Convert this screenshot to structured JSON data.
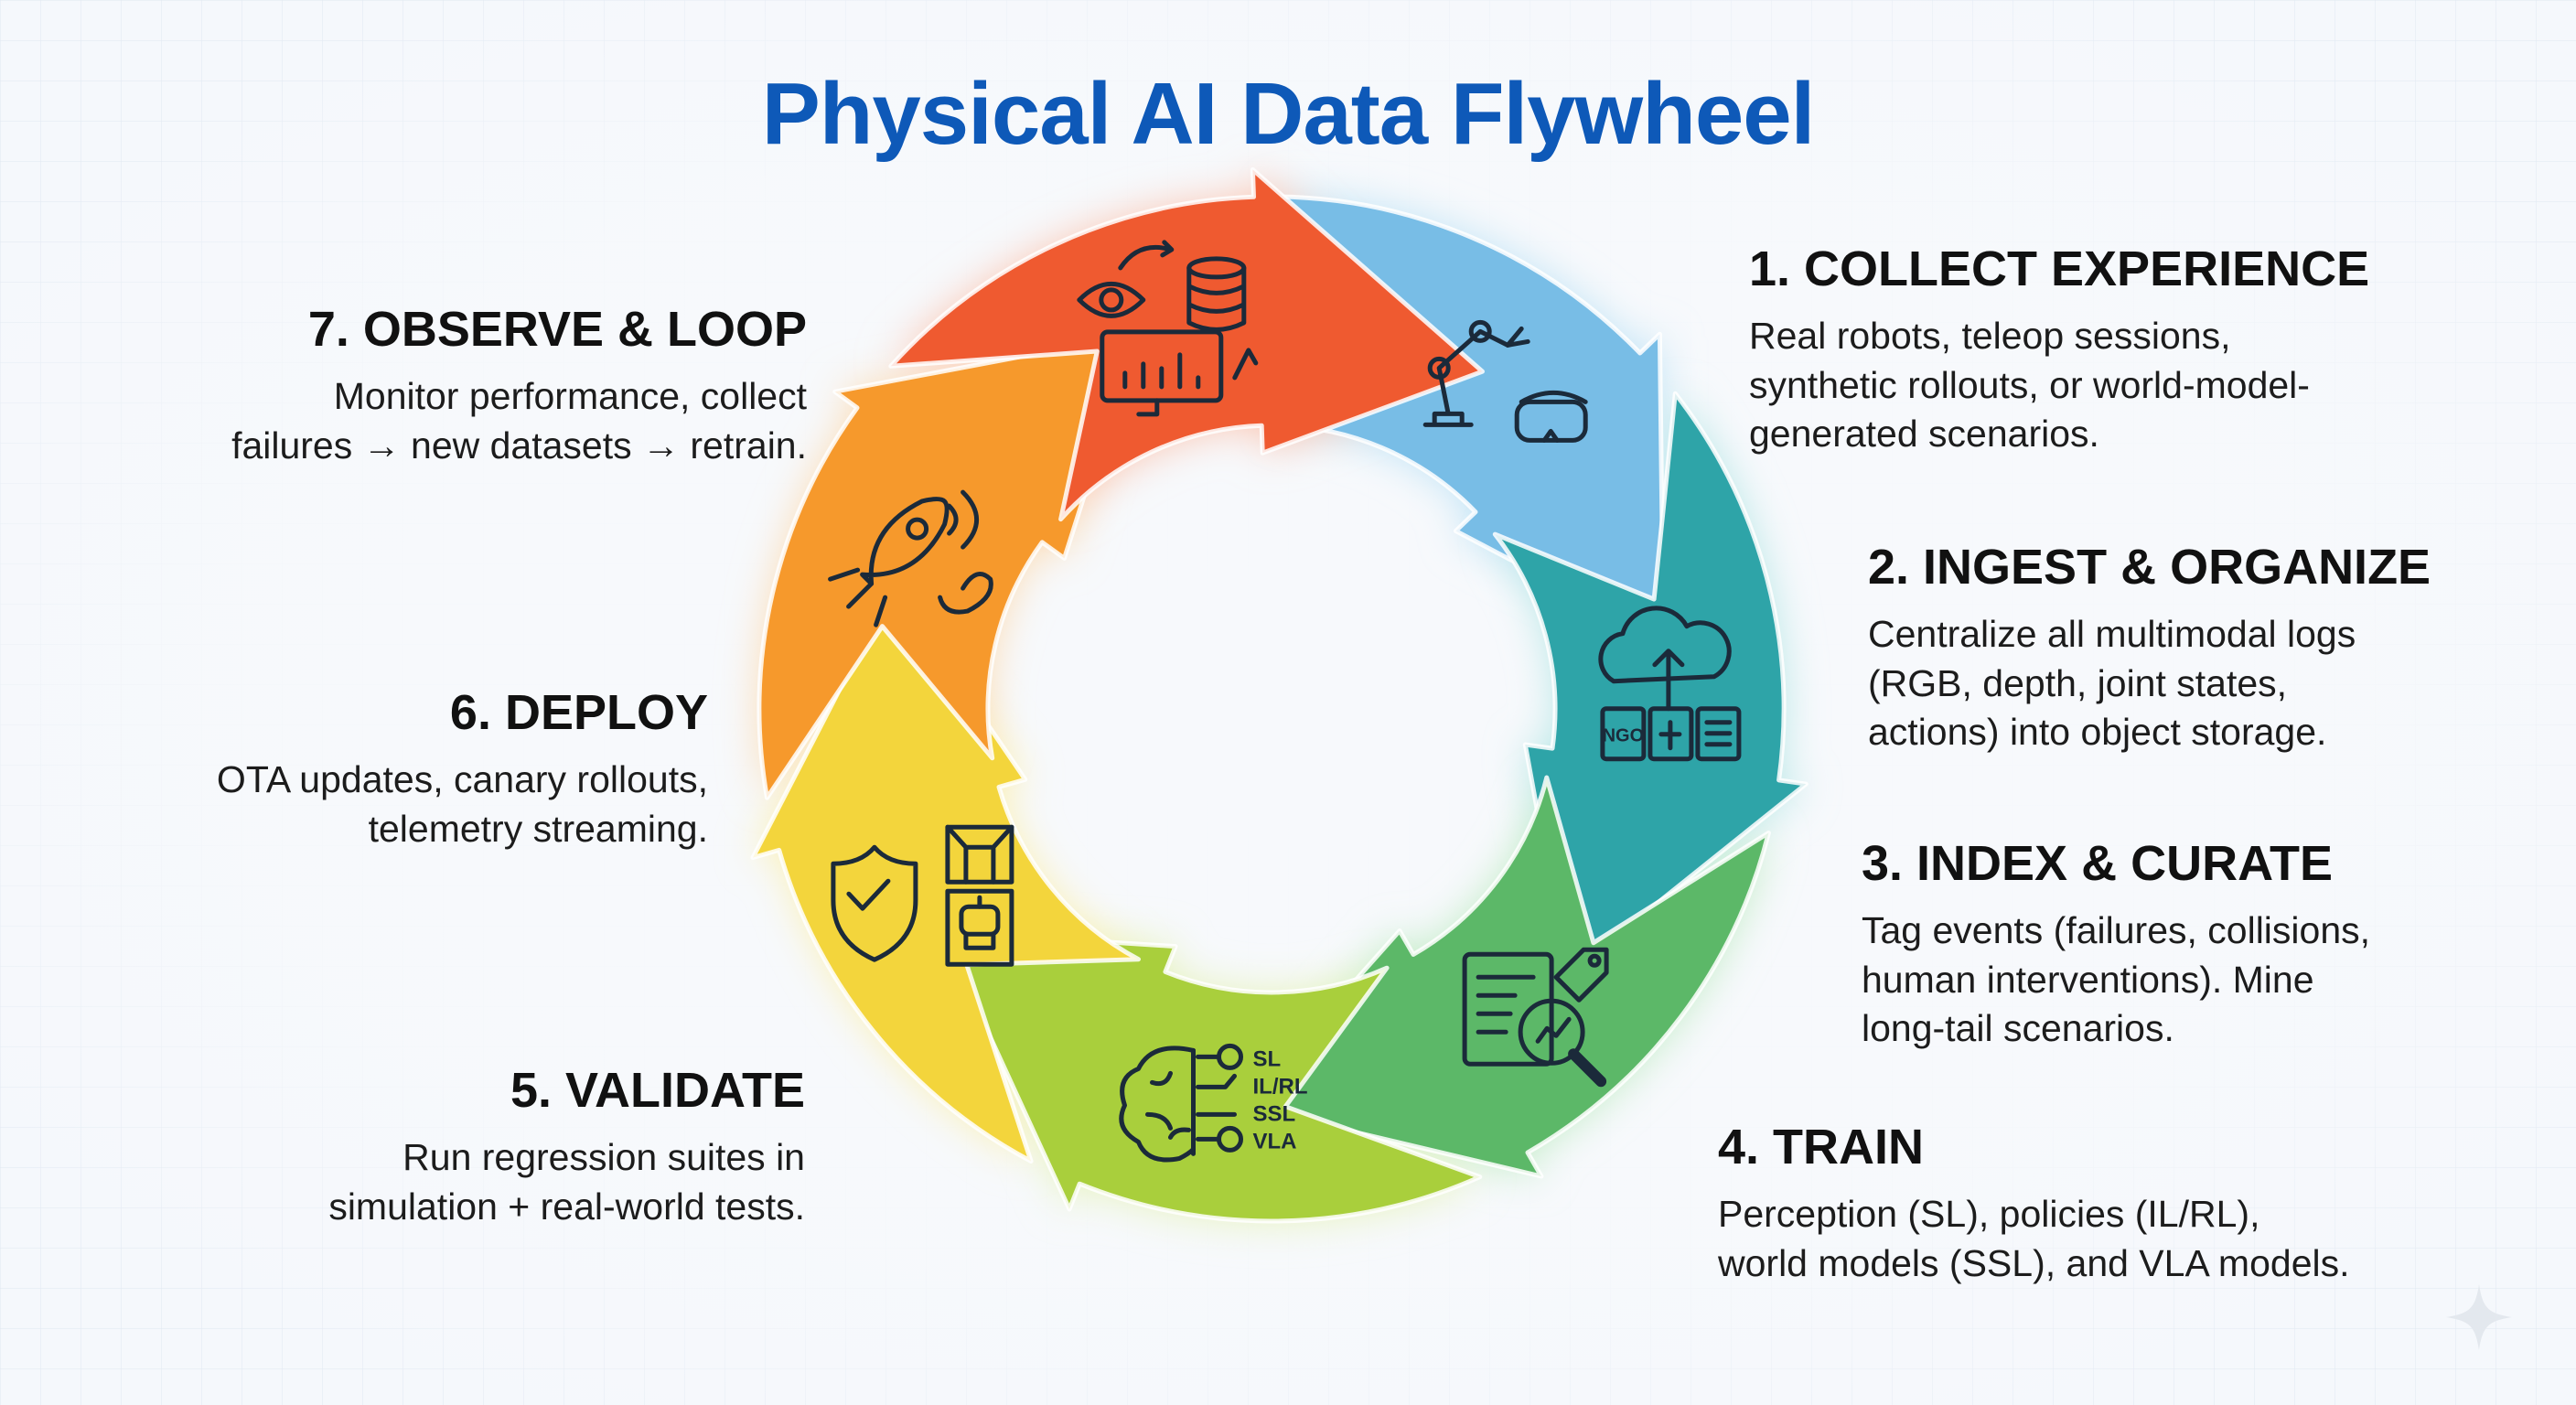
{
  "title": "Physical AI Data Flywheel",
  "colors": {
    "title": "#0e59b8",
    "background": "#f5f8fc",
    "segments": [
      "#78bde6",
      "#2ea4a8",
      "#5cb868",
      "#a9cf3c",
      "#f3d53c",
      "#f6992c",
      "#ef5a30"
    ],
    "glow": [
      "#bfe3f5",
      "#b8e7e6",
      "#c2ecc6",
      "#e6f3bc",
      "#fbf0b4",
      "#fcdcb4",
      "#fbc6b2"
    ]
  },
  "steps": [
    {
      "heading": "1. COLLECT EXPERIENCE",
      "lines": [
        "Real robots, teleop sessions,",
        "synthetic rollouts, or world-model-",
        "generated scenarios."
      ],
      "icon": "robot-arm-and-vr-headset-icon"
    },
    {
      "heading": "2. INGEST & ORGANIZE",
      "lines": [
        "Centralize all multimodal logs",
        "(RGB, depth, joint states,",
        "actions) into object storage."
      ],
      "icon": "cloud-upload-files-icon",
      "icon_text": "NGO"
    },
    {
      "heading": "3. INDEX & CURATE",
      "lines": [
        "Tag events (failures, collisions,",
        "human interventions). Mine",
        "long-tail scenarios."
      ],
      "icon": "document-tag-magnifier-icon"
    },
    {
      "heading": "4. TRAIN",
      "lines": [
        "Perception (SL), policies (IL/RL),",
        "world models (SSL), and VLA models."
      ],
      "icon": "brain-gears-icon",
      "icon_labels": [
        "SL",
        "IL/RL",
        "SSL",
        "VLA"
      ]
    },
    {
      "heading": "5. VALIDATE",
      "lines": [
        "Run regression suites in",
        "simulation + real-world tests."
      ],
      "icon": "shield-check-simulation-icon"
    },
    {
      "heading": "6. DEPLOY",
      "lines": [
        "OTA updates, canary rollouts,",
        "telemetry streaming."
      ],
      "icon": "rocket-signal-icon"
    },
    {
      "heading": "7. OBSERVE & LOOP",
      "lines": [
        "Monitor performance, collect",
        "failures → new datasets → retrain."
      ],
      "icon": "eye-database-monitor-icon"
    }
  ]
}
